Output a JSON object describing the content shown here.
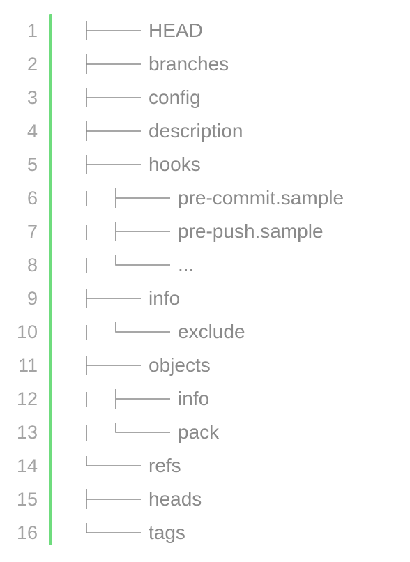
{
  "editor": {
    "gutter_color": "#6fdc7e",
    "lines": [
      {
        "number": "1",
        "name": "HEAD"
      },
      {
        "number": "2",
        "name": "branches"
      },
      {
        "number": "3",
        "name": "config"
      },
      {
        "number": "4",
        "name": "description"
      },
      {
        "number": "5",
        "name": "hooks"
      },
      {
        "number": "6",
        "name": "pre-commit.sample"
      },
      {
        "number": "7",
        "name": "pre-push.sample"
      },
      {
        "number": "8",
        "name": "..."
      },
      {
        "number": "9",
        "name": "info"
      },
      {
        "number": "10",
        "name": "exclude"
      },
      {
        "number": "11",
        "name": "objects"
      },
      {
        "number": "12",
        "name": "info"
      },
      {
        "number": "13",
        "name": "pack"
      },
      {
        "number": "14",
        "name": "refs"
      },
      {
        "number": "15",
        "name": "heads"
      },
      {
        "number": "16",
        "name": "tags"
      }
    ]
  }
}
